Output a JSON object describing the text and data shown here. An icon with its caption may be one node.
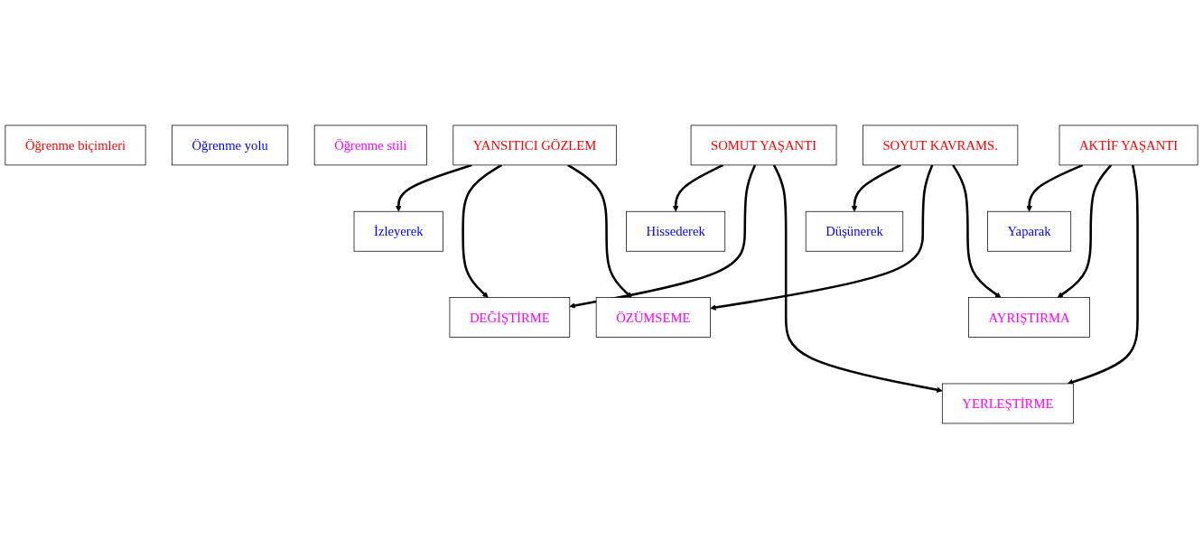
{
  "diagram": {
    "nodes": [
      {
        "text": [
          "Öğrenme biçimleri"
        ]
      },
      {
        "text": [
          "Öğrenme yolu"
        ]
      },
      {
        "text": [
          "Öğrenme stili"
        ]
      },
      {
        "text": [
          "SOMUT YAŞANTI"
        ]
      },
      {
        "text": [
          "YANSITICI GÖZLEM"
        ]
      },
      {
        "text": [
          "SOYUT KAVRAMS."
        ]
      },
      {
        "text": [
          "AKTİF YAŞANTI"
        ]
      },
      {
        "text": [
          "Hissederek"
        ]
      },
      {
        "text": [
          "İzleyerek"
        ]
      },
      {
        "text": [
          "Düşünerek"
        ]
      },
      {
        "text": [
          "Yaparak"
        ]
      },
      {
        "text": [
          "DEĞİŞTİRME"
        ]
      },
      {
        "text": [
          "ÖZÜMSEME"
        ]
      },
      {
        "text": [
          "AYRIŞTIRMA"
        ]
      },
      {
        "text": [
          "YERLEŞTİRME"
        ]
      }
    ],
    "edges": [
      {
        "from": 3,
        "to": 7,
        "arrow": "to"
      },
      {
        "from": 4,
        "to": 8,
        "arrow": "to"
      },
      {
        "from": 5,
        "to": 9,
        "arrow": "to"
      },
      {
        "from": 6,
        "to": 10,
        "arrow": "to"
      },
      {
        "from": 3,
        "to": 11,
        "arrow": "to"
      },
      {
        "from": 4,
        "to": 11,
        "arrow": "to"
      },
      {
        "from": 4,
        "to": 12,
        "arrow": "to"
      },
      {
        "from": 5,
        "to": 12,
        "arrow": "to"
      },
      {
        "from": 5,
        "to": 13,
        "arrow": "to"
      },
      {
        "from": 6,
        "to": 13,
        "arrow": "to"
      },
      {
        "from": 3,
        "to": 14,
        "arrow": "to"
      },
      {
        "from": 6,
        "to": 14,
        "arrow": "to"
      }
    ]
  }
}
